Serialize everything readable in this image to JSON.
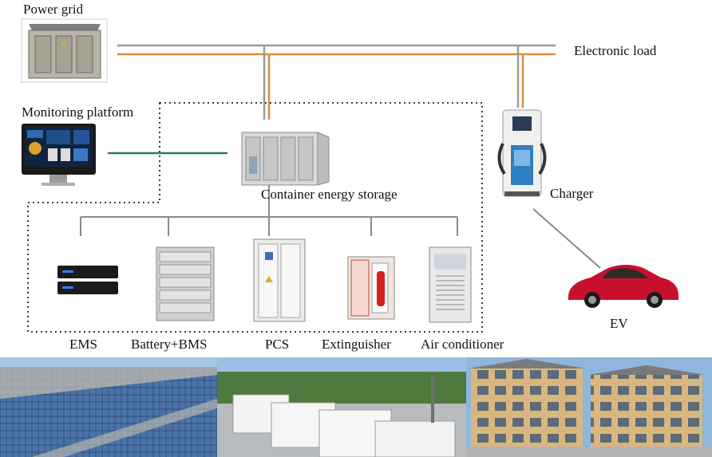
{
  "nodes": {
    "power_grid": "Power grid",
    "electronic_load": "Electronic load",
    "monitoring_platform": "Monitoring platform",
    "container_energy_storage": "Container energy storage",
    "charger": "Charger",
    "ev": "EV"
  },
  "components": [
    {
      "label": "EMS"
    },
    {
      "label": "Battery+BMS"
    },
    {
      "label": "PCS"
    },
    {
      "label": "Extinguisher"
    },
    {
      "label": "Air conditioner"
    }
  ],
  "colors": {
    "grid_line": "#9a9a9a",
    "power_line": "#e08a3c",
    "data_line": "#2e7d4f",
    "car": "#c8102e",
    "sky": "#8fb6dc"
  }
}
